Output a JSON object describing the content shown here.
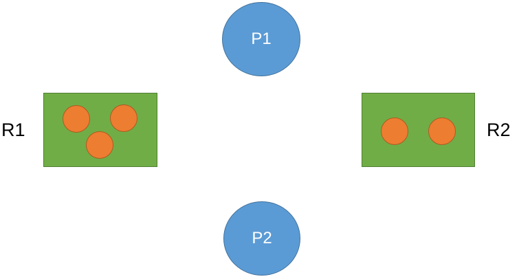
{
  "processes": [
    {
      "id": "p1",
      "label": "P1"
    },
    {
      "id": "p2",
      "label": "P2"
    }
  ],
  "resources": [
    {
      "id": "r1",
      "label": "R1",
      "instance_count": 3
    },
    {
      "id": "r2",
      "label": "R2",
      "instance_count": 2
    }
  ],
  "colors": {
    "process_fill": "#5b9bd5",
    "resource_fill": "#70ad47",
    "instance_fill": "#ed7d31",
    "text_on_process": "#ffffff",
    "label_text": "#000000"
  }
}
